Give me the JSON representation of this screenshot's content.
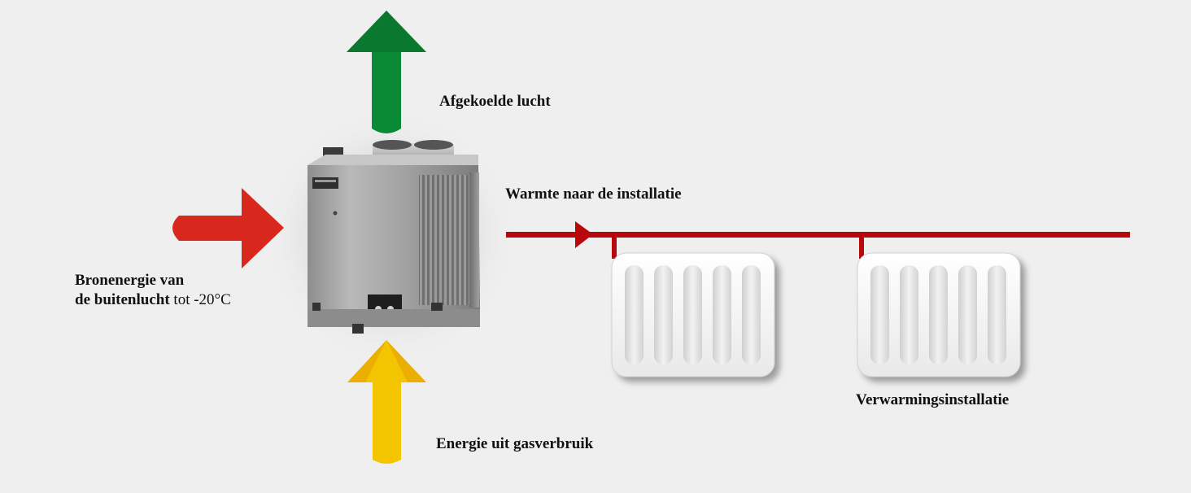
{
  "labels": {
    "cooled_air": "Afgekoelde lucht",
    "heat_to_installation": "Warmte naar de installatie",
    "source_energy_line1": "Bronenergie van",
    "source_energy_line2_bold": "de buitenlucht",
    "source_energy_line2_rest": "tot -20°C",
    "gas_energy": "Energie uit gasverbruik",
    "heating_installation": "Verwarmingsinstallatie"
  },
  "colors": {
    "background": "#efefef",
    "arrow_up_green": "#0a8a35",
    "arrow_in_red": "#d8281d",
    "arrow_up_yellow": "#f2c500",
    "pipe_red": "#b8070d",
    "radiator_body": "#f7f7f7"
  },
  "icons": {
    "heat_pump": "heat-pump-unit-icon",
    "radiator": "radiator-icon"
  }
}
